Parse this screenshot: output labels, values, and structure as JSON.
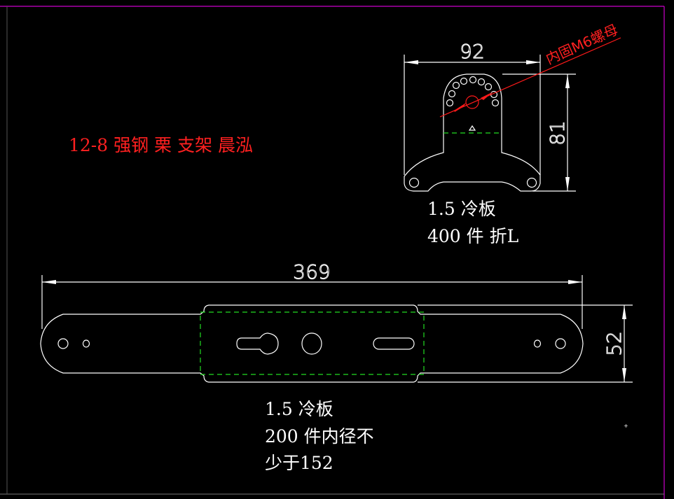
{
  "title": "12-8 强钢 栗 支架   晨泓",
  "bracket_small": {
    "width_dim": "92",
    "height_dim": "81",
    "leader_note": "内固M6螺母",
    "notes": [
      "1.5 冷板",
      "400 件 折L"
    ]
  },
  "bracket_long": {
    "length_dim": "369",
    "width_dim": "52",
    "notes": [
      "1.5 冷板",
      "200 件内径不",
      "少于152"
    ]
  },
  "colors": {
    "background": "#000000",
    "outline": "#ffffff",
    "bend_line": "#22dd22",
    "annotation": "#ff2020",
    "frame": "#cc00cc"
  }
}
